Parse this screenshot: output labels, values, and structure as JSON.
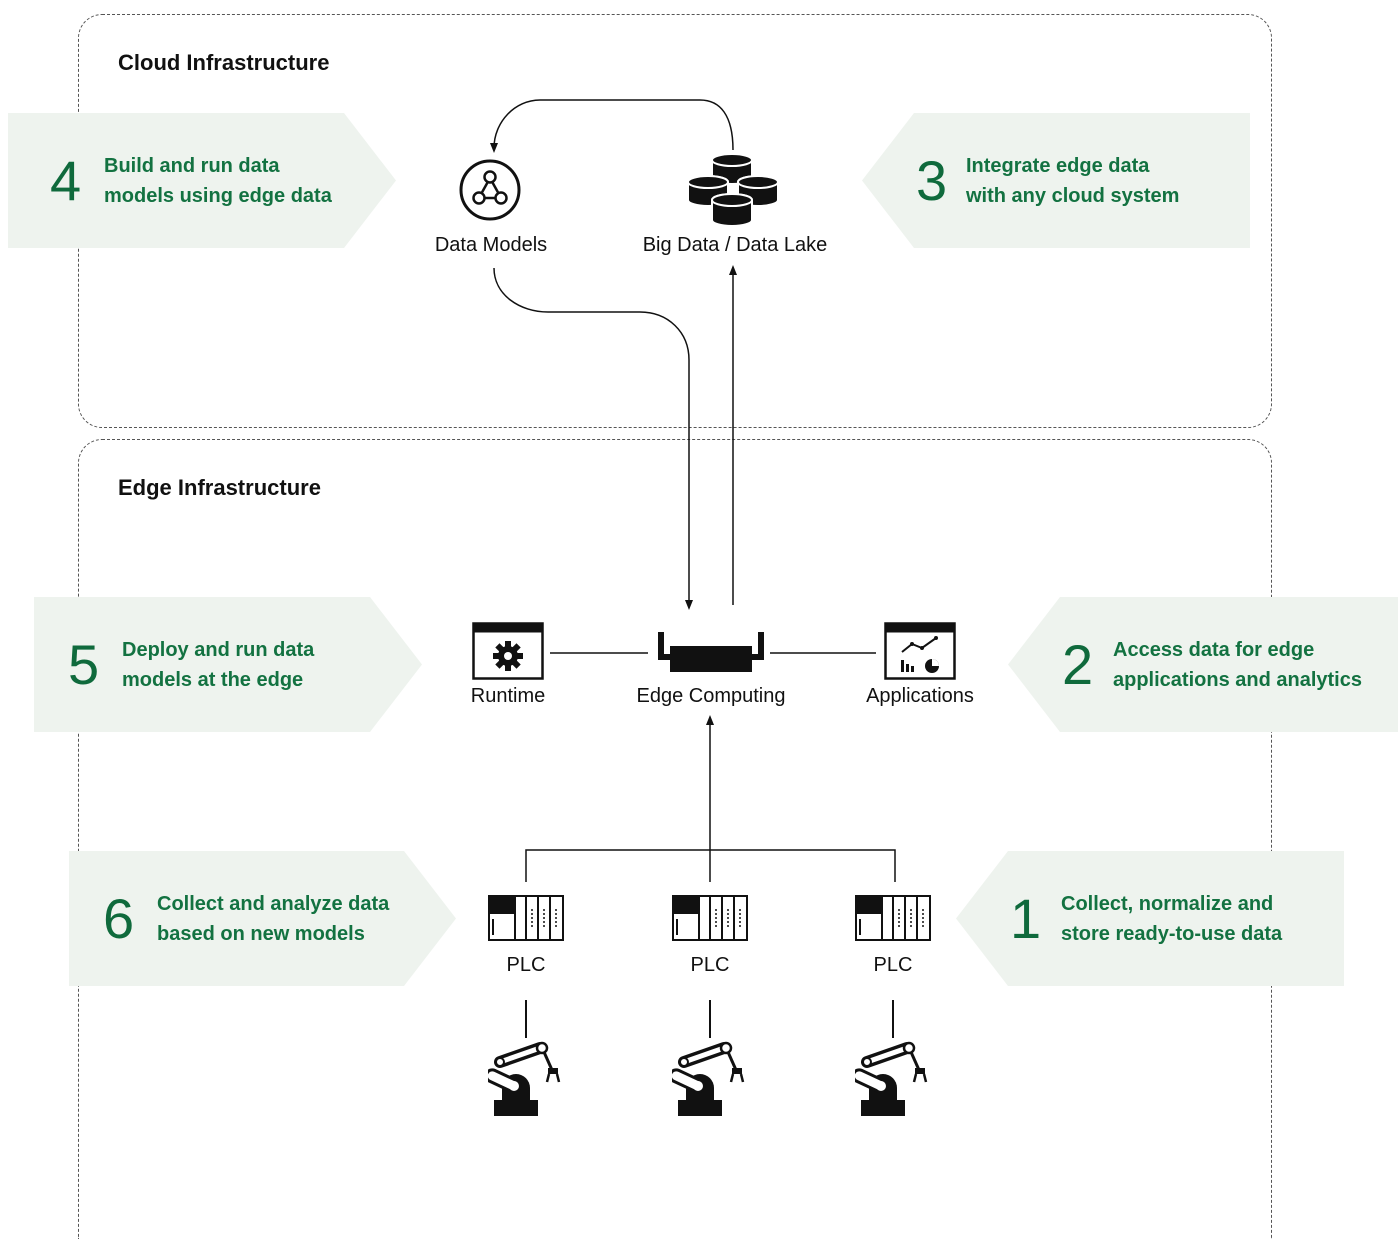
{
  "zones": {
    "cloud_title": "Cloud Infrastructure",
    "edge_title": "Edge Infrastructure"
  },
  "nodes": {
    "data_models": "Data Models",
    "big_data": "Big Data / Data Lake",
    "runtime": "Runtime",
    "edge_computing": "Edge Computing",
    "applications": "Applications",
    "plc_1": "PLC",
    "plc_2": "PLC",
    "plc_3": "PLC"
  },
  "steps": [
    {
      "num": "1",
      "line1": "Collect, normalize and",
      "line2": "store ready-to-use data"
    },
    {
      "num": "2",
      "line1": "Access data for edge",
      "line2": "applications and analytics"
    },
    {
      "num": "3",
      "line1": "Integrate edge data",
      "line2": "with any cloud system"
    },
    {
      "num": "4",
      "line1": "Build and run data",
      "line2": "models using edge data"
    },
    {
      "num": "5",
      "line1": "Deploy and run data",
      "line2": "models at the edge"
    },
    {
      "num": "6",
      "line1": "Collect and analyze data",
      "line2": "based on new models"
    }
  ],
  "colors": {
    "accent": "#137241",
    "callout_bg": "#eef3ee"
  },
  "icons": [
    "graph-node-icon",
    "database-icon",
    "gear-window-icon",
    "edge-device-icon",
    "chart-window-icon",
    "plc-rack-icon",
    "robot-arm-icon"
  ]
}
